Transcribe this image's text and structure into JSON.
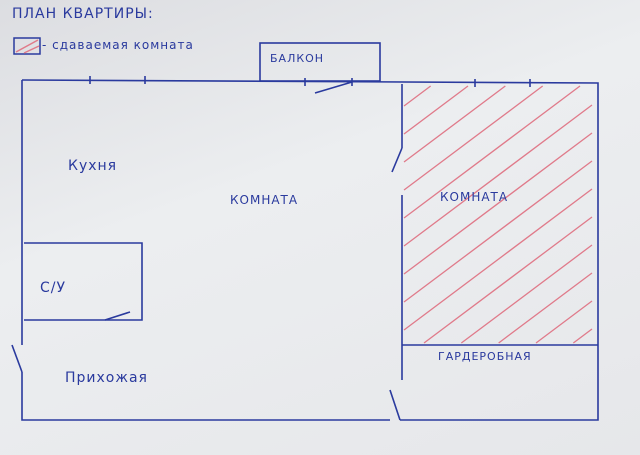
{
  "title": "ПЛАН КВАРТИРЫ:",
  "legend": {
    "label": "- сдаваемая комната",
    "swatch_color": "#e07a8a"
  },
  "rooms": {
    "balcony": "БАЛКОН",
    "kitchen": "Кухня",
    "room_main": "КОМНАТА",
    "room_rented": "КОМНАТА",
    "bathroom": "С/У",
    "hallway": "Прихожая",
    "wardrobe": "ГАРДЕРОБНАЯ"
  },
  "colors": {
    "ink": "#2a3a9e",
    "hatch": "#e07a8a"
  }
}
